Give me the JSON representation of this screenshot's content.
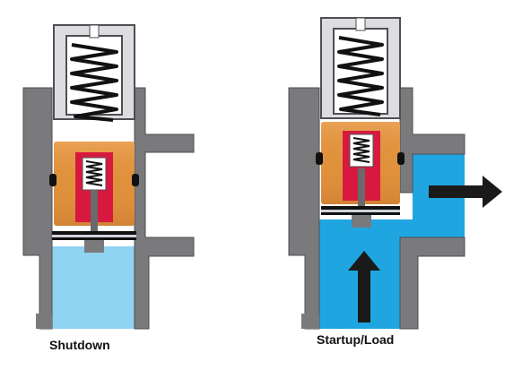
{
  "captions": {
    "left": "Shutdown",
    "right": "Startup/Load"
  },
  "colors": {
    "housing": "#7a7a7c",
    "housing_dark": "#4f4f52",
    "spring_cap": "#dcdde0",
    "piston": "#e0913c",
    "inner_valve": "#d8193f",
    "fluid": "#1fa6e0",
    "fluid_pale": "#8fd2f2",
    "seal": "#111111",
    "arrow": "#1a1a1a"
  },
  "panels": [
    {
      "label_key": "left",
      "state": "closed",
      "fluid": "pale",
      "flow_arrows": false
    },
    {
      "label_key": "right",
      "state": "open",
      "fluid": "full",
      "flow_arrows": true
    }
  ]
}
